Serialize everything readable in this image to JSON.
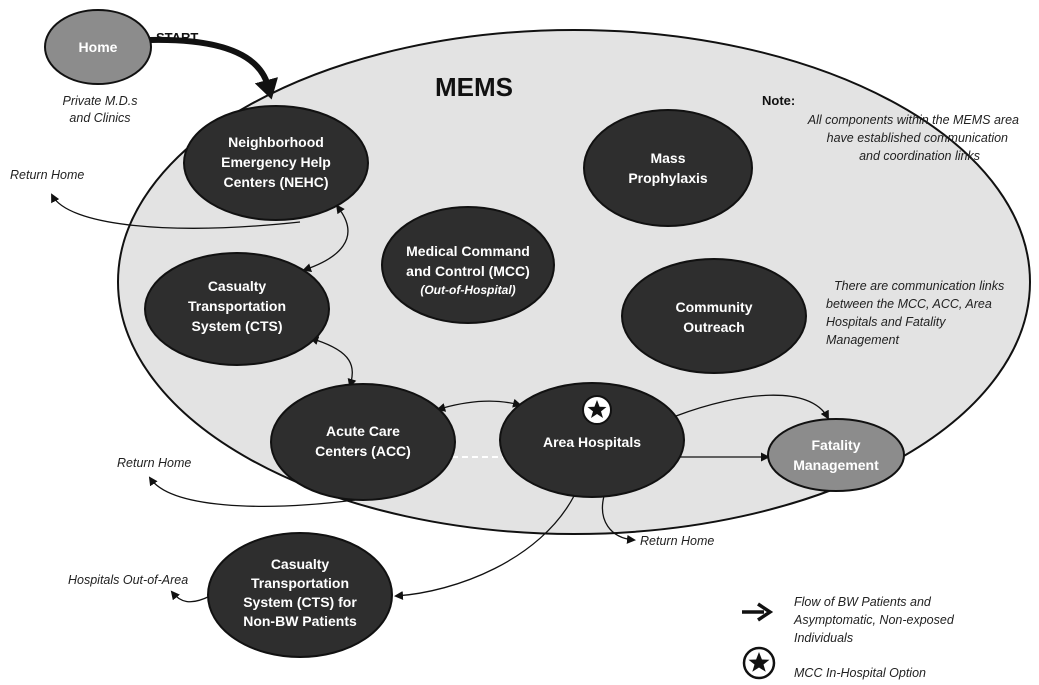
{
  "title": "MEMS",
  "start_label": "START",
  "nodes": {
    "home": "Home",
    "nehc": [
      "Neighborhood",
      "Emergency Help",
      "Centers (NEHC)"
    ],
    "mass": [
      "Mass",
      "Prophylaxis"
    ],
    "mcc": [
      "Medical Command",
      "and Control (MCC)"
    ],
    "mcc_sub": "(Out-of-Hospital)",
    "cts": [
      "Casualty",
      "Transportation",
      "System (CTS)"
    ],
    "community": [
      "Community",
      "Outreach"
    ],
    "acc": [
      "Acute Care",
      "Centers (ACC)"
    ],
    "hospitals": "Area Hospitals",
    "fatality": [
      "Fatality",
      "Management"
    ],
    "cts_nonbw": [
      "Casualty",
      "Transportation",
      "System (CTS) for",
      "Non-BW Patients"
    ]
  },
  "labels": {
    "private_md": [
      "Private M.D.s",
      "and Clinics"
    ],
    "return_home_1": "Return Home",
    "return_home_2": "Return Home",
    "return_home_3": "Return Home",
    "hospitals_out": "Hospitals Out-of-Area"
  },
  "notes": {
    "note_heading": "Note:",
    "note_lines": [
      "All components within the MEMS area",
      "have established communication",
      "and coordination links"
    ],
    "comm_lines": [
      "There are communication links",
      "between the MCC, ACC, Area",
      "Hospitals and Fatality",
      "Management"
    ]
  },
  "legend": {
    "flow_lines": [
      "Flow of BW Patients and",
      "Asymptomatic, Non-exposed",
      "Individuals"
    ],
    "mcc_option": "MCC In-Hospital Option"
  },
  "colors": {
    "mems_area": "#e3e3e3",
    "dark_node": "#2e2e2e",
    "light_node": "#8c8c8c",
    "arrow": "#111111"
  }
}
